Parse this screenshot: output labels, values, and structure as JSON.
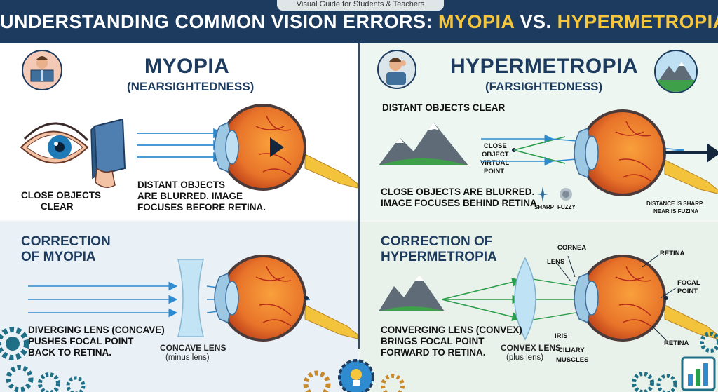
{
  "header": {
    "subtitle": "Visual Guide for Students & Teachers",
    "title_prefix": "UNDERSTANDING COMMON VISION ERRORS: ",
    "title_highlight_1": "MYOPIA",
    "title_vs": " VS. ",
    "title_highlight_2": "HYPERMETROPIA"
  },
  "myopia": {
    "title": "MYOPIA",
    "subtitle": "(NEARSIGHTEDNESS)",
    "close_label_1": "CLOSE OBJECTS",
    "close_label_2": "CLEAR",
    "desc_1": "DISTANT OBJECTS",
    "desc_2": "ARE BLURRED. IMAGE",
    "desc_3": "FOCUSES BEFORE RETINA."
  },
  "hyper": {
    "title": "HYPERMETROPIA",
    "subtitle": "(FARSIGHTEDNESS)",
    "distant_label": "DISTANT OBJECTS CLEAR",
    "close_object_1": "CLOSE",
    "close_object_2": "OBJECT",
    "close_object_3": "VIRTUAL",
    "close_object_4": "POINT",
    "desc_1": "CLOSE OBJECTS ARE BLURRED.",
    "desc_2": "IMAGE FOCUSES BEHIND RETINA.",
    "sharp": "SHARP",
    "fuzzy": "FUZZY",
    "note_1": "DISTANCE IS SHARP",
    "note_2": "NEAR IS FUZINA"
  },
  "myopia_correction": {
    "title_1": "CORRECTION",
    "title_2": "OF MYOPIA",
    "desc_1": "DIVERGING LENS (CONCAVE)",
    "desc_2": "PUSHES FOCAL POINT",
    "desc_3": "BACK TO RETINA.",
    "lens_label": "CONCAVE LENS",
    "lens_sub": "(minus lens)"
  },
  "hyper_correction": {
    "title_1": "CORRECTION OF",
    "title_2": "HYPERMETROPIA",
    "desc_1": "CONVERGING LENS (CONVEX)",
    "desc_2": "BRINGS FOCAL POINT",
    "desc_3": "FORWARD TO RETINA.",
    "lens_label": "CONVEX LENS",
    "lens_sub": "(plus lens)",
    "parts": {
      "cornea": "CORNEA",
      "lens": "LENS",
      "iris": "IRIS",
      "ciliary_1": "CILIARY",
      "ciliary_2": "MUSCLES",
      "retina_top": "RETINA",
      "focal_1": "FOCAL",
      "focal_2": "POINT",
      "retina_bottom": "RETINA"
    }
  },
  "colors": {
    "banner": "#1d3b5e",
    "highlight": "#f6c63d",
    "ray_blue": "#2f8bd0",
    "ray_green": "#2a9d4a",
    "eye_orange": "#e8742a"
  }
}
